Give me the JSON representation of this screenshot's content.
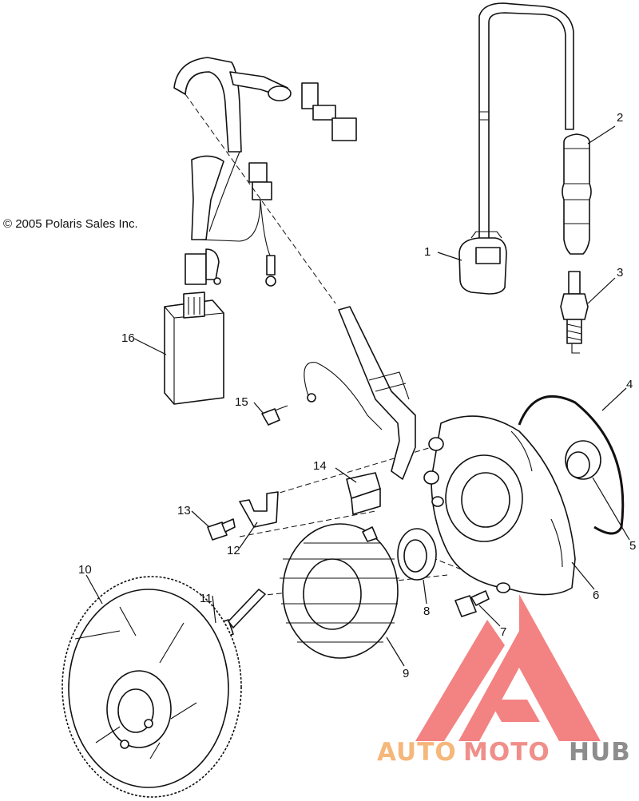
{
  "copyright": "© 2005 Polaris Sales Inc.",
  "callouts": [
    "1",
    "2",
    "3",
    "4",
    "5",
    "6",
    "7",
    "8",
    "9",
    "10",
    "11",
    "12",
    "13",
    "14",
    "15",
    "16"
  ],
  "watermark": {
    "part1": "AUTO",
    "part2": "MOTO",
    "part3": "HUB",
    "color_auto": "#f5b77a",
    "color_moto": "#f08f8a",
    "color_hub": "#8d8d8d",
    "logo_color": "#f26d6d"
  }
}
